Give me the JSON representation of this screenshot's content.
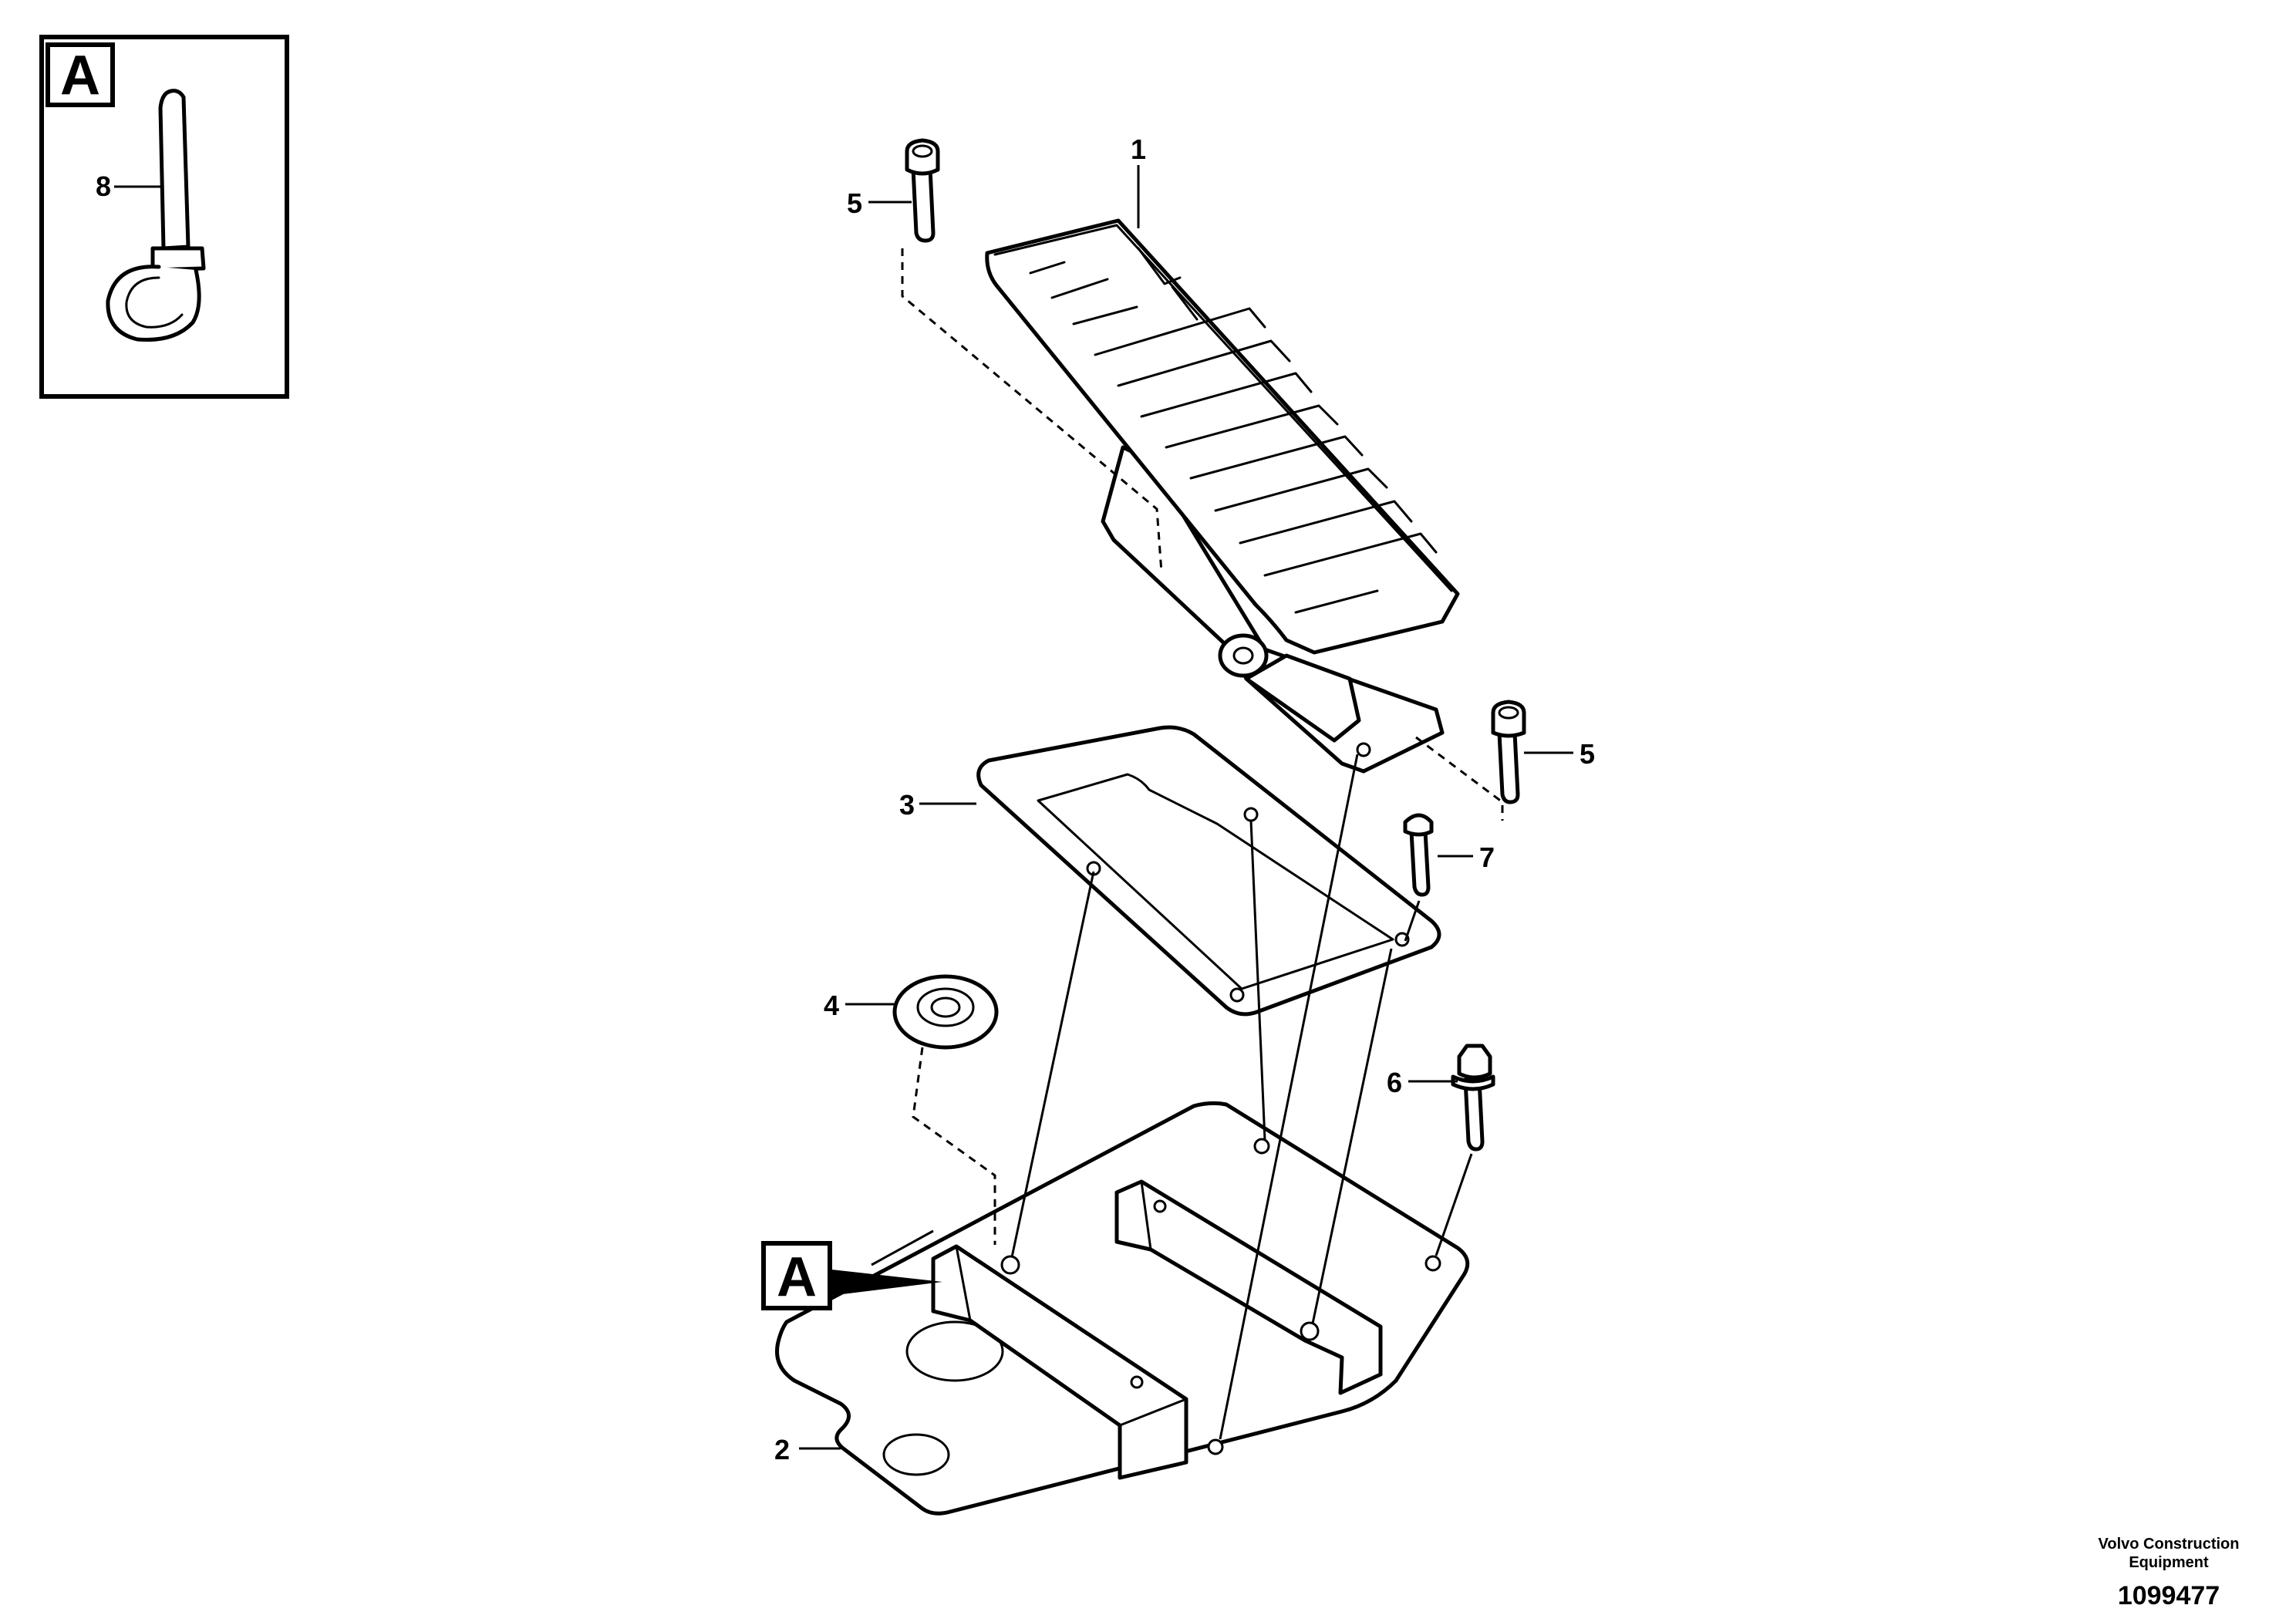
{
  "detail_box": {
    "label": "A",
    "item": "8"
  },
  "reference_marker": {
    "label": "A"
  },
  "callouts": [
    {
      "id": "1"
    },
    {
      "id": "2"
    },
    {
      "id": "3"
    },
    {
      "id": "4"
    },
    {
      "id": "5"
    },
    {
      "id": "5"
    },
    {
      "id": "6"
    },
    {
      "id": "7"
    }
  ],
  "footer": {
    "company": "Volvo Construction Equipment",
    "drawing_number": "1099477"
  }
}
